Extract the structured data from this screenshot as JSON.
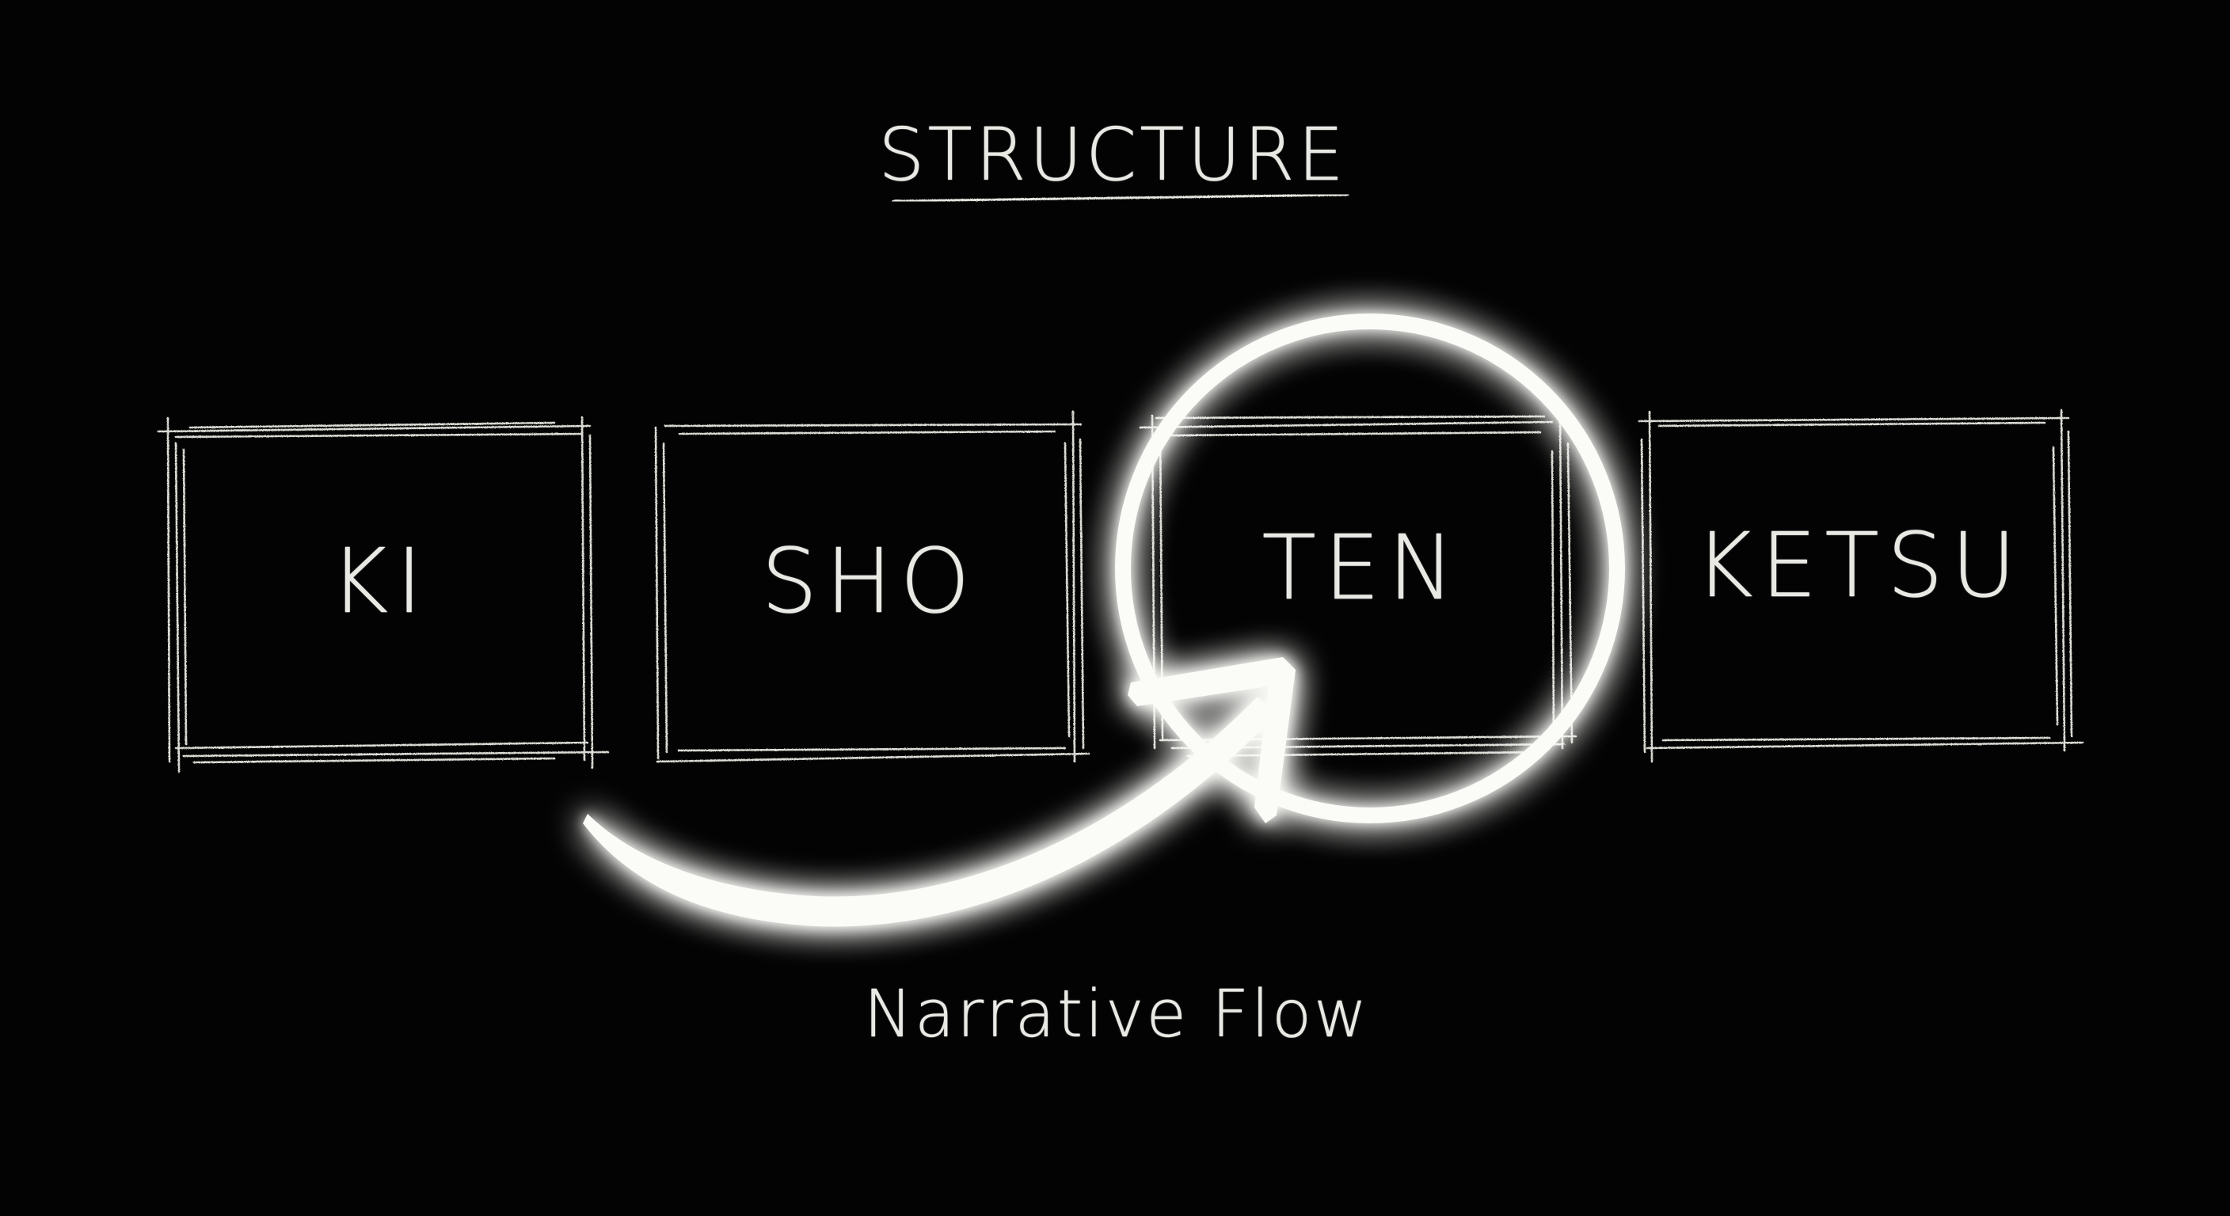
{
  "diagram": {
    "title": "STRUCTURE",
    "caption": "Narrative Flow",
    "stages": [
      {
        "label": "KI",
        "highlighted": false
      },
      {
        "label": "SHO",
        "highlighted": false
      },
      {
        "label": "TEN",
        "highlighted": true
      },
      {
        "label": "KETSU",
        "highlighted": false
      }
    ],
    "highlight": {
      "shape": "circle",
      "target": "TEN"
    },
    "arrow": {
      "from": "below SHO",
      "to": "TEN",
      "meaning": "Narrative Flow"
    },
    "colors": {
      "background": "#030303",
      "chalk": "#e9e9e4",
      "glow": "#ffffff"
    }
  }
}
